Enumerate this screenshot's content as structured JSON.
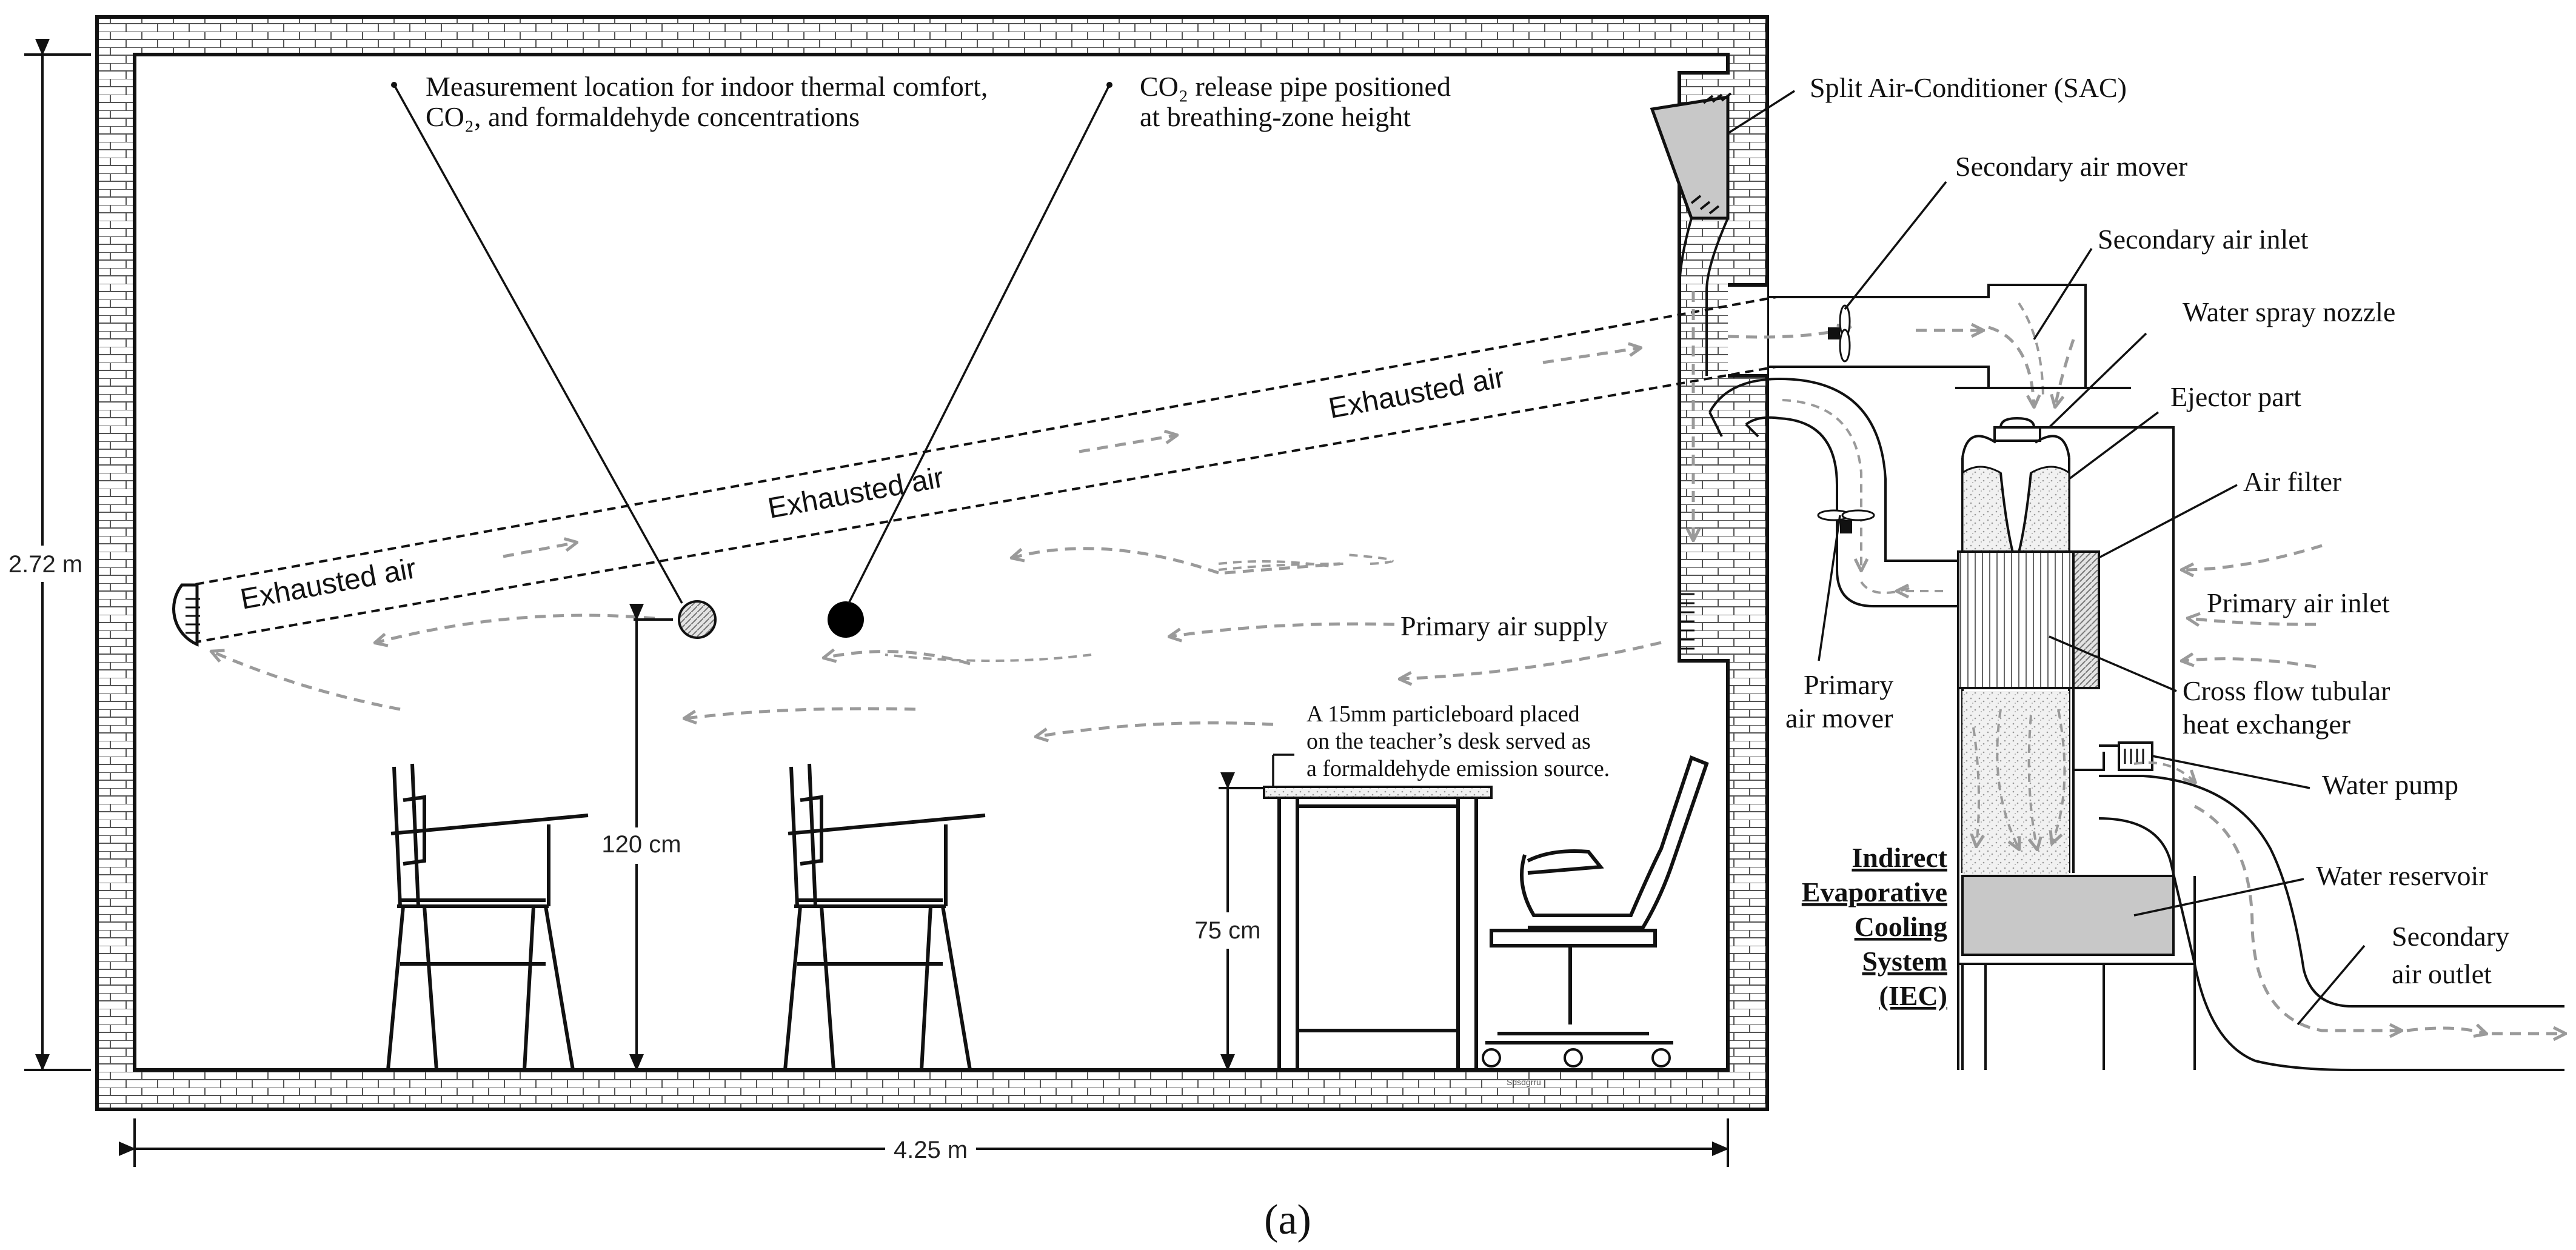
{
  "labels": {
    "measurement": [
      "Measurement location for indoor thermal comfort,",
      "CO₂, and formaldehyde concentrations"
    ],
    "co2_pipe": [
      "CO₂ release pipe positioned",
      "at breathing-zone height"
    ],
    "sac": "Split Air-Conditioner (SAC)",
    "secondary_air_mover": "Secondary air mover",
    "secondary_air_inlet": "Secondary air inlet",
    "water_spray_nozzle": "Water spray nozzle",
    "ejector_part": "Ejector part",
    "air_filter": "Air filter",
    "primary_air_inlet": "Primary air inlet",
    "cross_flow": [
      "Cross flow tubular",
      "heat exchanger"
    ],
    "water_pump": "Water pump",
    "water_reservoir": "Water reservoir",
    "secondary_air_outlet": [
      "Secondary",
      "air outlet"
    ],
    "primary_air_mover": [
      "Primary",
      "air mover"
    ],
    "primary_air_supply": "Primary air supply",
    "iec": [
      "Indirect",
      "Evaporative",
      "Cooling",
      "System",
      "(IEC)"
    ],
    "particleboard": [
      "A 15mm particleboard placed",
      "on the teacher’s desk served as",
      "a formaldehyde emission source."
    ],
    "exhausted_air_1": "Exhausted air",
    "exhausted_air_2": "Exhausted air",
    "exhausted_air_3": "Exhausted air",
    "signature": "Sdsdgrru"
  },
  "dimensions": {
    "room_height": "2.72 m",
    "room_width": "4.25 m",
    "measure_height": "120 cm",
    "desk_height": "75 cm"
  },
  "caption": "(a)",
  "colors": {
    "line": "#111111",
    "flow_arrow": "#9a9a9a",
    "component_fill": "#c8c8c8",
    "brick": "#ffffff"
  }
}
